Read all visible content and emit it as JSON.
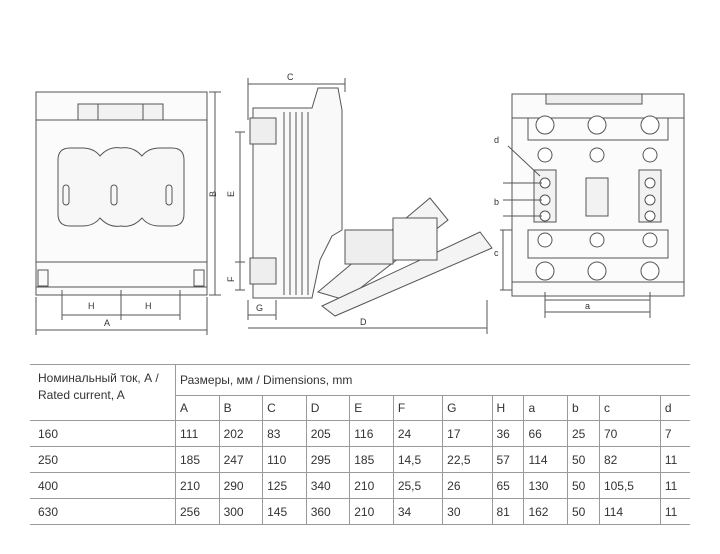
{
  "drawing": {
    "labels": {
      "A": "A",
      "B": "B",
      "C": "C",
      "D": "D",
      "E": "E",
      "F": "F",
      "G": "G",
      "H": "H",
      "a": "a",
      "b": "b",
      "c": "c",
      "d": "d"
    }
  },
  "table": {
    "current_header_ru": "Номинальный ток, А /",
    "current_header_en": "Rated current, A",
    "dimensions_header": "Размеры, мм / Dimensions, mm",
    "columns": [
      "A",
      "B",
      "C",
      "D",
      "E",
      "F",
      "G",
      "H",
      "a",
      "b",
      "c",
      "d"
    ],
    "rows": [
      {
        "current": "160",
        "values": [
          "111",
          "202",
          "83",
          "205",
          "116",
          "24",
          "17",
          "36",
          "66",
          "25",
          "70",
          "7"
        ]
      },
      {
        "current": "250",
        "values": [
          "185",
          "247",
          "110",
          "295",
          "185",
          "14,5",
          "22,5",
          "57",
          "114",
          "50",
          "82",
          "11"
        ]
      },
      {
        "current": "400",
        "values": [
          "210",
          "290",
          "125",
          "340",
          "210",
          "25,5",
          "26",
          "65",
          "130",
          "50",
          "105,5",
          "11"
        ]
      },
      {
        "current": "630",
        "values": [
          "256",
          "300",
          "145",
          "360",
          "210",
          "34",
          "30",
          "81",
          "162",
          "50",
          "114",
          "11"
        ]
      }
    ]
  }
}
